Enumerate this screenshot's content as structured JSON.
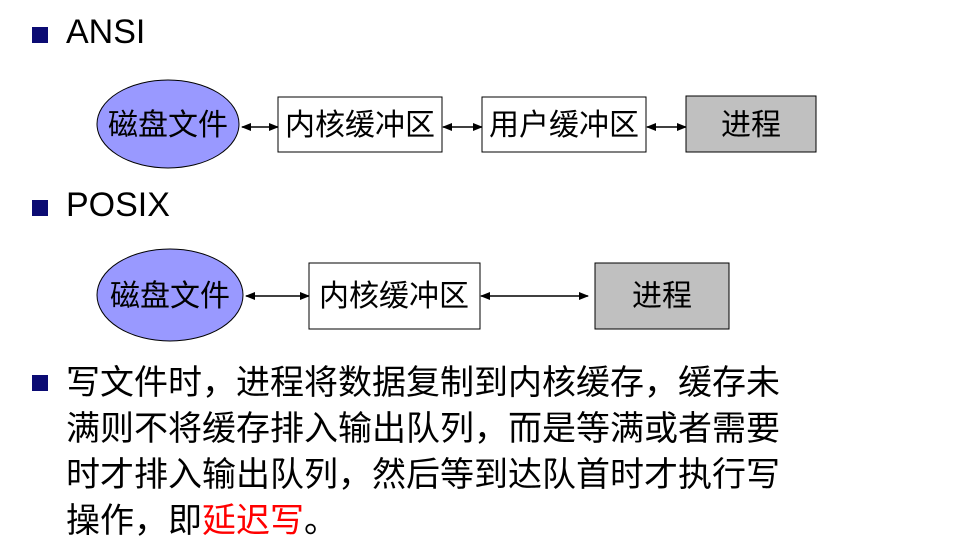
{
  "ansi": {
    "heading": "ANSI",
    "disk_label": "磁盘文件",
    "kernel_buffer_label": "内核缓冲区",
    "user_buffer_label": "用户缓冲区",
    "process_label": "进程"
  },
  "posix": {
    "heading": "POSIX",
    "disk_label": "磁盘文件",
    "kernel_buffer_label": "内核缓冲区",
    "process_label": "进程"
  },
  "description": {
    "line1": "写文件时，进程将数据复制到内核缓存，缓存未",
    "line2": "满则不将缓存排入输出队列，而是等满或者需要",
    "line3": "时才排入输出队列，然后等到达队首时才执行写",
    "line4_prefix": "操作，即",
    "line4_highlight": "延迟写",
    "line4_suffix": "。"
  },
  "colors": {
    "bullet": "#0b0b73",
    "disk_fill": "#9999ff",
    "process_fill": "#c0c0c0",
    "highlight": "#ff0000"
  }
}
